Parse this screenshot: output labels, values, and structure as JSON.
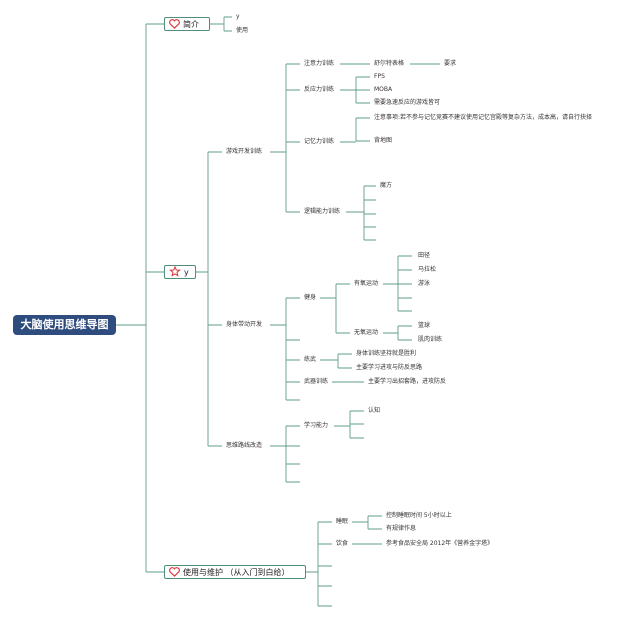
{
  "root": {
    "label": "大脑使用思维导图"
  },
  "intro": {
    "label": "简介",
    "items": [
      "y",
      "使用"
    ]
  },
  "star": {
    "label": "y",
    "game": {
      "label": "游戏开发训练",
      "attention": {
        "label": "注意力训练",
        "schulte": "舒尔特表格",
        "key": "要求"
      },
      "reaction": {
        "label": "反应力训练",
        "items": [
          "FPS",
          "MOBA",
          "需要急速反应的游戏皆可"
        ]
      },
      "memory": {
        "label": "记忆力训练",
        "note": "注意事项:若不参与记忆竞赛不建议使用记忆宫殿等复杂方法，成本高，请自行抉择",
        "palace": "背地图"
      },
      "logic": {
        "label": "逻辑能力训练",
        "item": "魔方"
      }
    },
    "body": {
      "label": "身体带动开发",
      "fitness": {
        "label": "健身",
        "aerobic": {
          "label": "有氧运动",
          "items": [
            "田径",
            "马拉松",
            "游泳"
          ]
        },
        "anaerobic": {
          "label": "无氧运动",
          "items": [
            "篮球",
            "肌肉训练"
          ]
        }
      },
      "martial": {
        "label": "练武",
        "items": [
          "身体训练坚持就是胜利",
          "主要学习进攻与防反思路"
        ]
      },
      "weapon": {
        "label": "武器训练",
        "item": "主要学习出招套路，进攻防反"
      }
    },
    "mind": {
      "label": "思维路线改造",
      "learning": {
        "label": "学习能力",
        "item": "认知"
      }
    }
  },
  "care": {
    "label": "使用与维护 （从入门到白给）",
    "sleep": {
      "label": "睡眠",
      "items": [
        "控制睡眠时间 5小时以上",
        "有规律作息"
      ]
    },
    "diet": {
      "label": "饮食",
      "item": "参考食品安全局 2012年《营养金字塔》"
    }
  },
  "colors": {
    "line": "#5f9d88",
    "root_bg": "#2f4c7e",
    "heart": "#d9373c"
  },
  "icons": {
    "intro": "heart-icon",
    "star": "star-icon",
    "care": "heart-icon"
  }
}
